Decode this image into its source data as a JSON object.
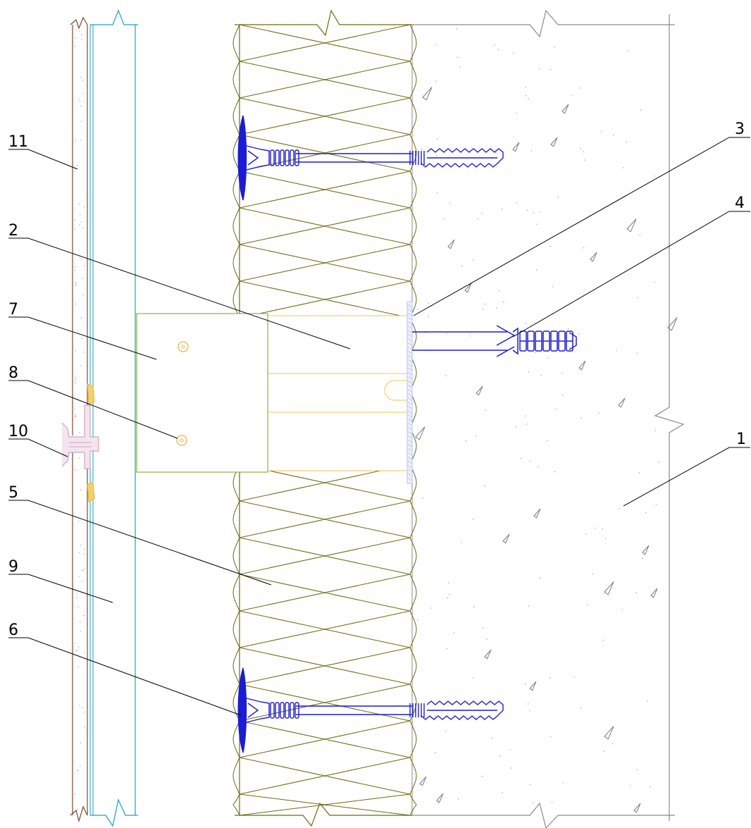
{
  "colors": {
    "line": "#000000",
    "concrete_edge": "#8a8a8a",
    "concrete_speck": "#9a9a9a",
    "insulation": "#6e6a10",
    "panel": "#7a4a2e",
    "rail": "#1aa0c0",
    "dowel": "#1c1cd4",
    "bracket": "#9aad3b",
    "bracket_slot": "#f2c45a",
    "gasket": "#c9a9c0",
    "clip": "#e8b23c",
    "hatch": "#b8c0ff"
  },
  "icons": {
    "callout_label": "leader-callout-icon",
    "dowel": "facade-dowel-icon",
    "anchor": "anchor-dowel-icon",
    "rivet": "rivet-icon"
  },
  "callouts": [
    {
      "id": "c11",
      "label": "11"
    },
    {
      "id": "c2",
      "label": "2"
    },
    {
      "id": "c7",
      "label": "7"
    },
    {
      "id": "c8",
      "label": "8"
    },
    {
      "id": "c10",
      "label": "10"
    },
    {
      "id": "c5",
      "label": "5"
    },
    {
      "id": "c9",
      "label": "9"
    },
    {
      "id": "c6",
      "label": "6"
    },
    {
      "id": "c3",
      "label": "3"
    },
    {
      "id": "c4",
      "label": "4"
    },
    {
      "id": "c1",
      "label": "1"
    }
  ]
}
